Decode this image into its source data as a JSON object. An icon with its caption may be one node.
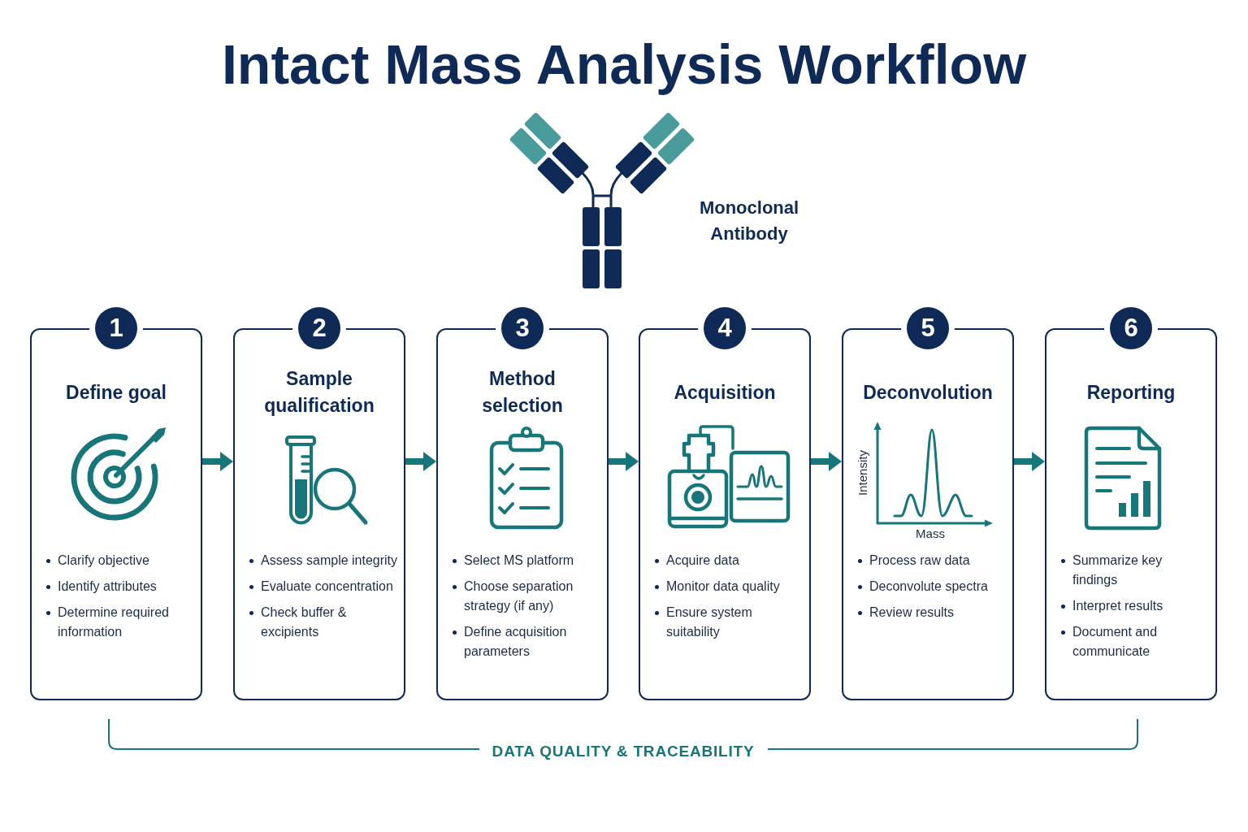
{
  "diagram": {
    "title": "Intact Mass Analysis Workflow",
    "nodes": [
      {
        "text": [
          "1"
        ]
      },
      {
        "text": [
          "Define goal",
          "Clarify objective",
          "Identify attributes",
          "Determine required information"
        ]
      },
      {
        "text": [
          "2"
        ]
      },
      {
        "text": [
          "Sample qualification",
          "Assess sample integrity",
          "Evaluate concentration",
          "Check buffer & excipients"
        ]
      },
      {
        "text": [
          "3"
        ]
      },
      {
        "text": [
          "Method selection",
          "Select MS platform",
          "Choose separation strategy (if any)",
          "Define acquisition parameters"
        ]
      },
      {
        "text": [
          "4"
        ]
      },
      {
        "text": [
          "Acquisition",
          "Acquire data",
          "Monitor data quality",
          "Ensure system suitability"
        ]
      },
      {
        "text": [
          "5"
        ]
      },
      {
        "text": [
          "Deconvolution",
          "Process raw data",
          "Deconvolute spectra",
          "Review results"
        ]
      },
      {
        "text": [
          "6"
        ]
      },
      {
        "text": [
          "Reporting",
          "Summarize key findings",
          "Interpret results",
          "Document and communicate"
        ]
      }
    ],
    "edges": [
      {
        "from": 1,
        "to": 3,
        "arrow": "to"
      },
      {
        "from": 3,
        "to": 5,
        "arrow": "to"
      },
      {
        "from": 5,
        "to": 7,
        "arrow": "to"
      },
      {
        "from": 7,
        "to": 9,
        "arrow": "to"
      },
      {
        "from": 9,
        "to": 11,
        "arrow": "to"
      }
    ],
    "labels": [
      "Monoclonal Antibody",
      "Intensity",
      "Mass",
      "DATA QUALITY & TRACEABILITY"
    ]
  }
}
